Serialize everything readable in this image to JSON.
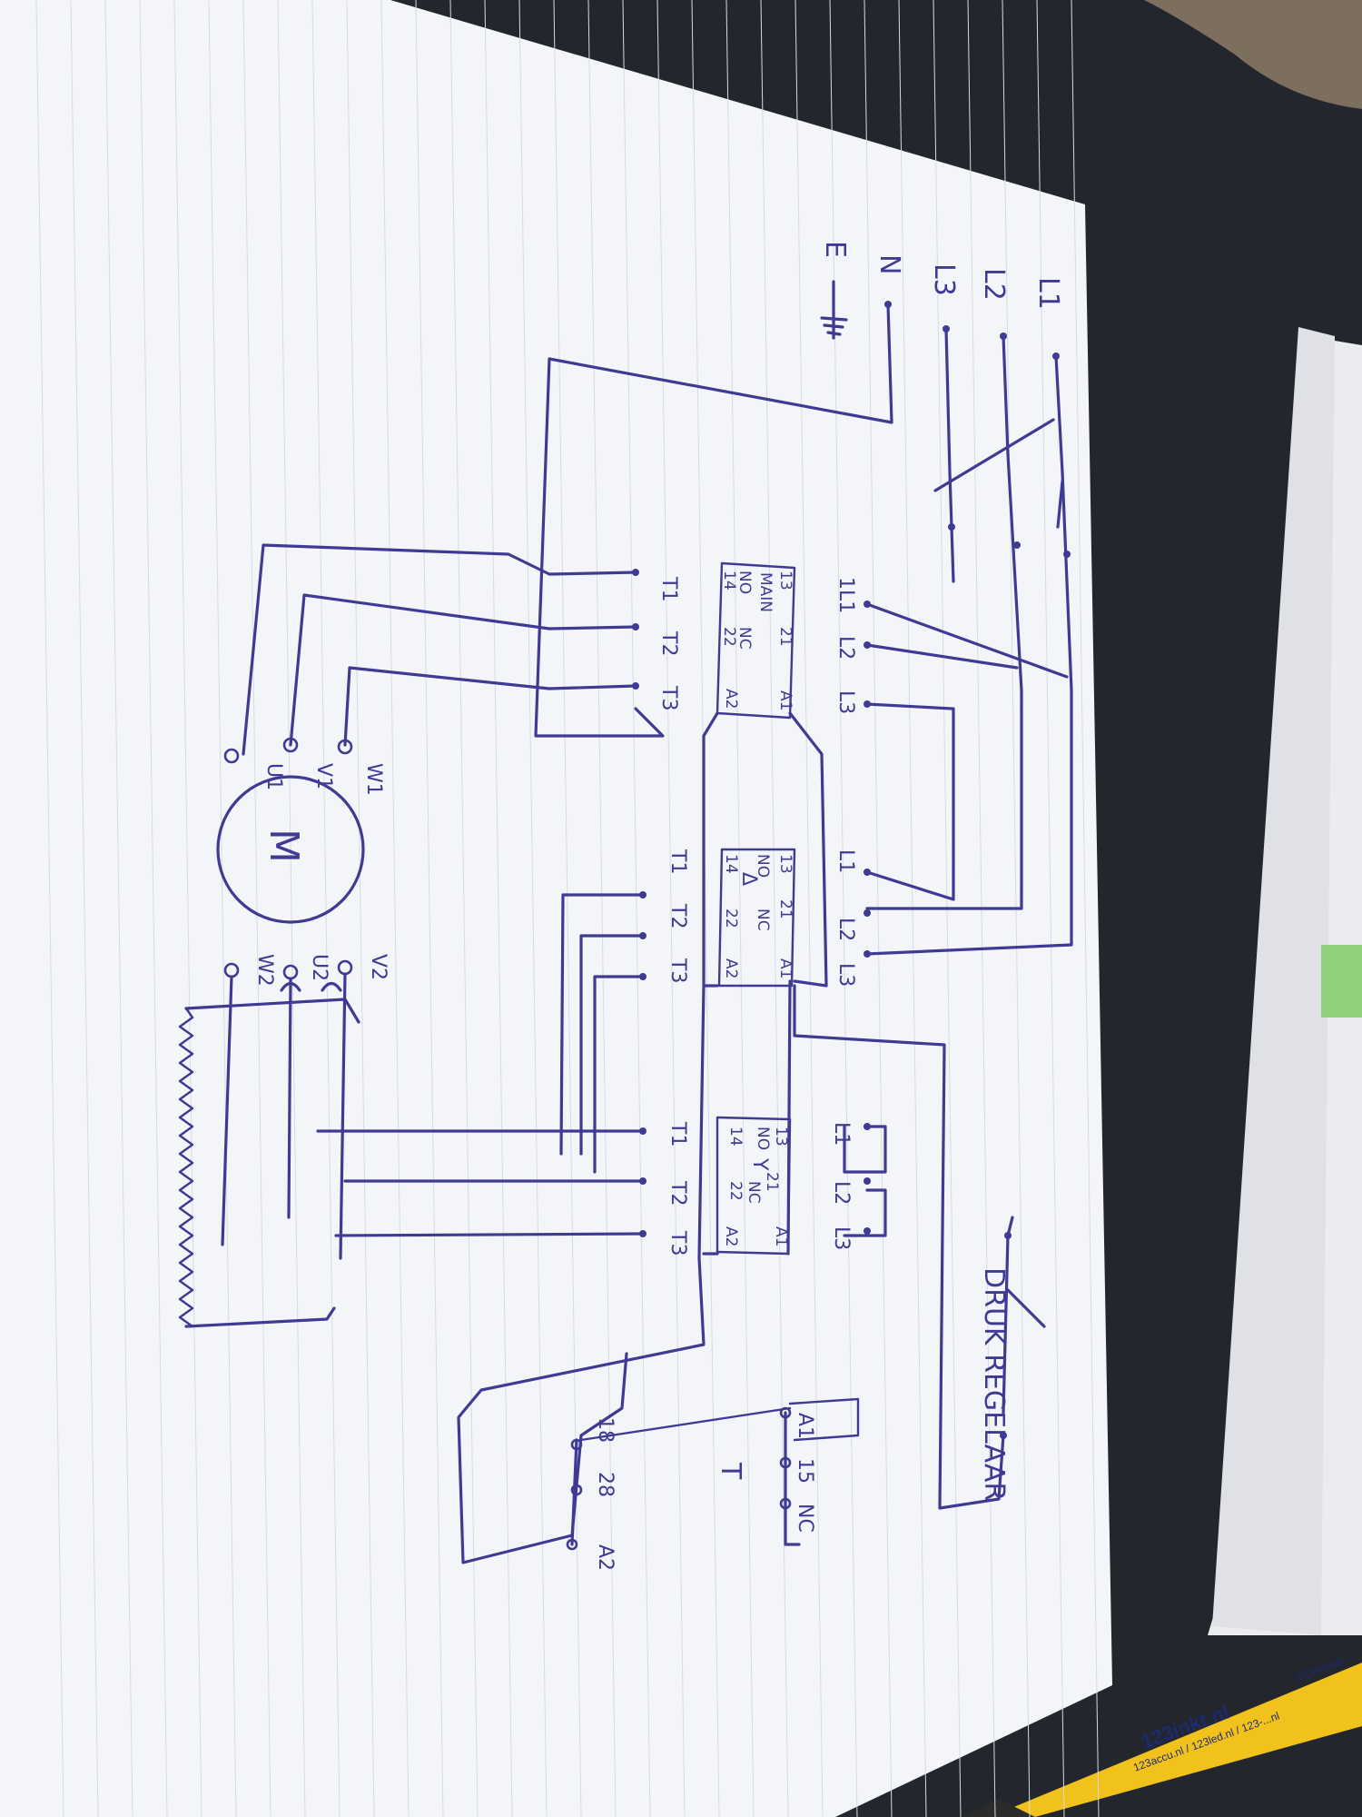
{
  "supply_labels": [
    "L1",
    "L2",
    "L3",
    "N",
    "E"
  ],
  "main_contactor": {
    "supply_terminals": [
      "1L1",
      "L2",
      "L3"
    ],
    "load_terminals": [
      "T1",
      "T2",
      "T3"
    ],
    "coil": [
      "A1",
      "A2"
    ],
    "aux_top": [
      "13",
      "21"
    ],
    "aux_mid": [
      "NO",
      "NC"
    ],
    "aux_bot": [
      "14",
      "22"
    ],
    "name": "MAIN"
  },
  "delta_contactor": {
    "supply_terminals": [
      "L1",
      "L2",
      "L3"
    ],
    "load_terminals": [
      "T1",
      "T2",
      "T3"
    ],
    "coil": [
      "A1",
      "A2"
    ],
    "aux_top": [
      "13",
      "21"
    ],
    "aux_mid": [
      "NO",
      "NC"
    ],
    "aux_bot": [
      "14",
      "22"
    ],
    "symbol": "Δ"
  },
  "star_contactor": {
    "supply_terminals": [
      "L1",
      "L2",
      "L3"
    ],
    "load_terminals": [
      "T1",
      "T2",
      "T3"
    ],
    "coil": [
      "A1",
      "A2"
    ],
    "aux_top": [
      "13",
      "21"
    ],
    "aux_mid": [
      "NO",
      "NC"
    ],
    "aux_bot": [
      "14",
      "22"
    ],
    "symbol": "Y"
  },
  "motor": {
    "symbol": "M",
    "terminals_top": [
      "W1",
      "V1",
      "U1"
    ],
    "terminals_bottom": [
      "W2",
      "U2",
      "V2"
    ]
  },
  "pressure_switch_label": "DRUK REGELAAR",
  "timer_relay": {
    "top_terminals": [
      "A1",
      "15"
    ],
    "bottom_terminals": [
      "18",
      "28",
      "A2"
    ],
    "extra_label": "NC",
    "symbol": "T"
  },
  "pen_text": [
    "123inkt.nl",
    "123accu.nl / 123led.nl / 123-...nl",
    "123school"
  ],
  "colors": {
    "ink": "#3f3a93",
    "paper": "#f4f5f8",
    "table": "#23262d",
    "pen": "#f2c21c"
  }
}
